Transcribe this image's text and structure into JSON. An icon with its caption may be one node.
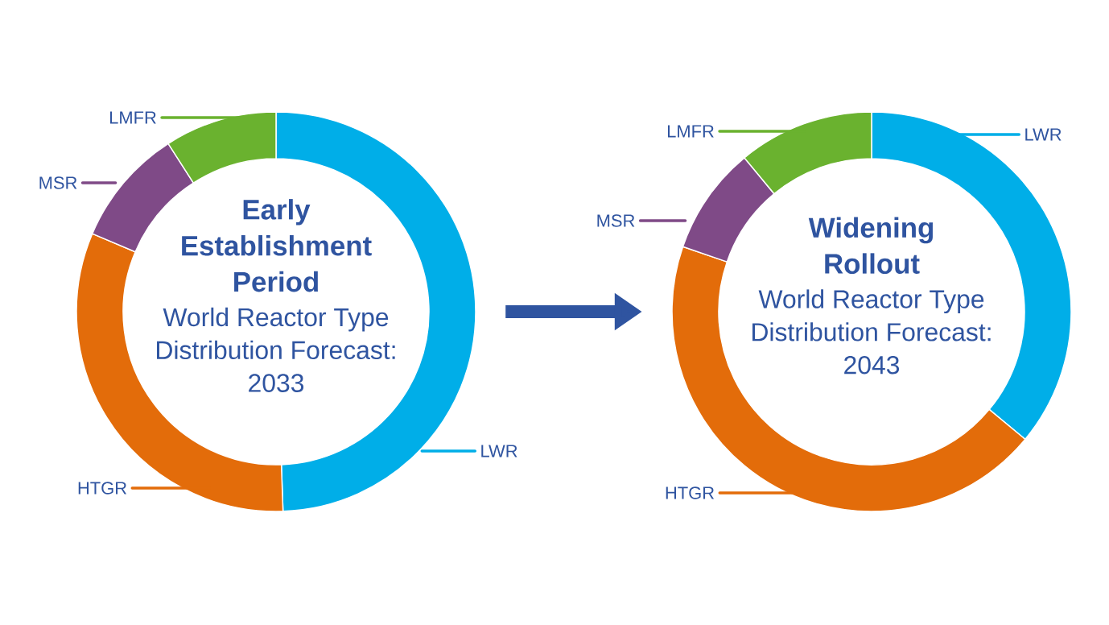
{
  "diagram": {
    "nodes": [
      {
        "text": [
          "Early Establishment Period",
          "World Reactor Type Distribution Forecast: 2033"
        ]
      },
      {
        "text": [
          "Widening Rollout",
          "World Reactor Type Distribution Forecast: 2043"
        ]
      },
      {
        "text": [
          "LMFR"
        ]
      },
      {
        "text": [
          "MSR"
        ]
      },
      {
        "text": [
          "LWR"
        ]
      },
      {
        "text": [
          "HTGR"
        ]
      },
      {
        "text": [
          "LMFR"
        ]
      },
      {
        "text": [
          "LWR"
        ]
      },
      {
        "text": [
          "MSR"
        ]
      },
      {
        "text": [
          "HTGR"
        ]
      }
    ],
    "edges": [
      {
        "from": 0,
        "to": 1,
        "arrow": "to",
        "style": "thick",
        "color": "#2f54a0"
      },
      {
        "from": 2,
        "to": 0,
        "arrow": "none",
        "color": "#6ab22f"
      },
      {
        "from": 3,
        "to": 0,
        "arrow": "none",
        "color": "#7f4a87"
      },
      {
        "from": 4,
        "to": 0,
        "arrow": "none",
        "color": "#00aee8"
      },
      {
        "from": 5,
        "to": 0,
        "arrow": "none",
        "color": "#e36c0a"
      },
      {
        "from": 6,
        "to": 1,
        "arrow": "none",
        "color": "#6ab22f"
      },
      {
        "from": 7,
        "to": 1,
        "arrow": "none",
        "color": "#00aee8"
      },
      {
        "from": 8,
        "to": 1,
        "arrow": "none",
        "color": "#7f4a87"
      },
      {
        "from": 9,
        "to": 1,
        "arrow": "none",
        "color": "#e36c0a"
      }
    ]
  }
}
